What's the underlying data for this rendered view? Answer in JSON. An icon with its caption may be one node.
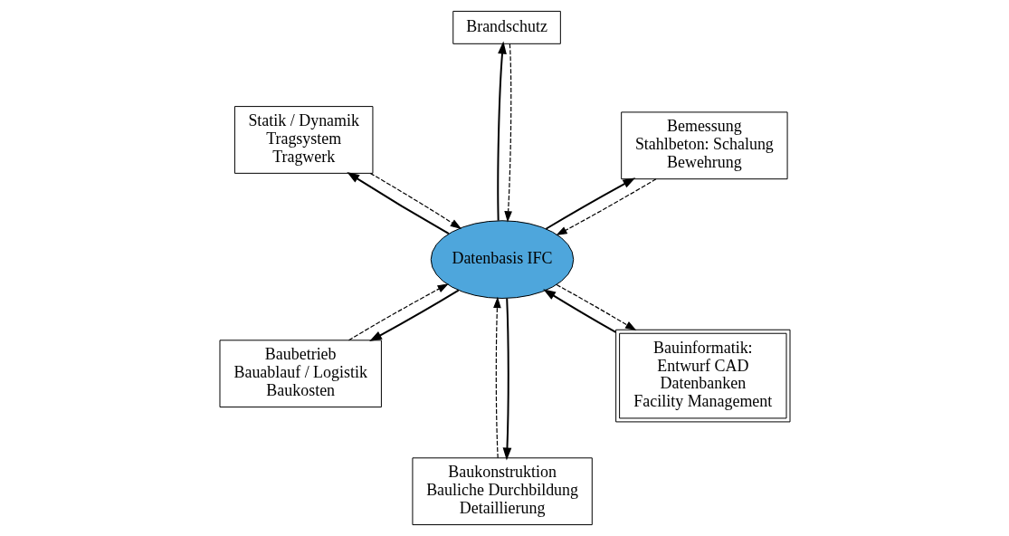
{
  "diagram": {
    "nodes": [
      {
        "text": [
          "Datenbasis IFC"
        ]
      },
      {
        "text": [
          "Bauinformatik:",
          "Entwurf CAD",
          "Datenbanken",
          "Facility Management"
        ]
      },
      {
        "text": [
          "Baukonstruktion",
          "Bauliche Durchbildung",
          "Detaillierung"
        ]
      },
      {
        "text": [
          "Statik / Dynamik",
          "Tragsystem",
          "Tragwerk"
        ]
      },
      {
        "text": [
          "Bemessung",
          "Stahlbeton: Schalung",
          "Bewehrung"
        ]
      },
      {
        "text": [
          "Brandschutz"
        ]
      },
      {
        "text": [
          "Baubetrieb",
          "Bauablauf / Logistik",
          "Baukosten"
        ]
      }
    ],
    "edges": [
      {
        "from": 1,
        "to": 0,
        "arrow": "to"
      },
      {
        "from": 0,
        "to": 1,
        "arrow": "to",
        "style": "dashed"
      },
      {
        "from": 0,
        "to": 2,
        "arrow": "to"
      },
      {
        "from": 2,
        "to": 0,
        "arrow": "to",
        "style": "dashed"
      },
      {
        "from": 0,
        "to": 3,
        "arrow": "to"
      },
      {
        "from": 3,
        "to": 0,
        "arrow": "to",
        "style": "dashed"
      },
      {
        "from": 0,
        "to": 4,
        "arrow": "to"
      },
      {
        "from": 4,
        "to": 0,
        "arrow": "to",
        "style": "dashed"
      },
      {
        "from": 0,
        "to": 5,
        "arrow": "to"
      },
      {
        "from": 5,
        "to": 0,
        "arrow": "to",
        "style": "dashed"
      },
      {
        "from": 0,
        "to": 6,
        "arrow": "to"
      },
      {
        "from": 6,
        "to": 0,
        "arrow": "to",
        "style": "dashed"
      }
    ]
  }
}
